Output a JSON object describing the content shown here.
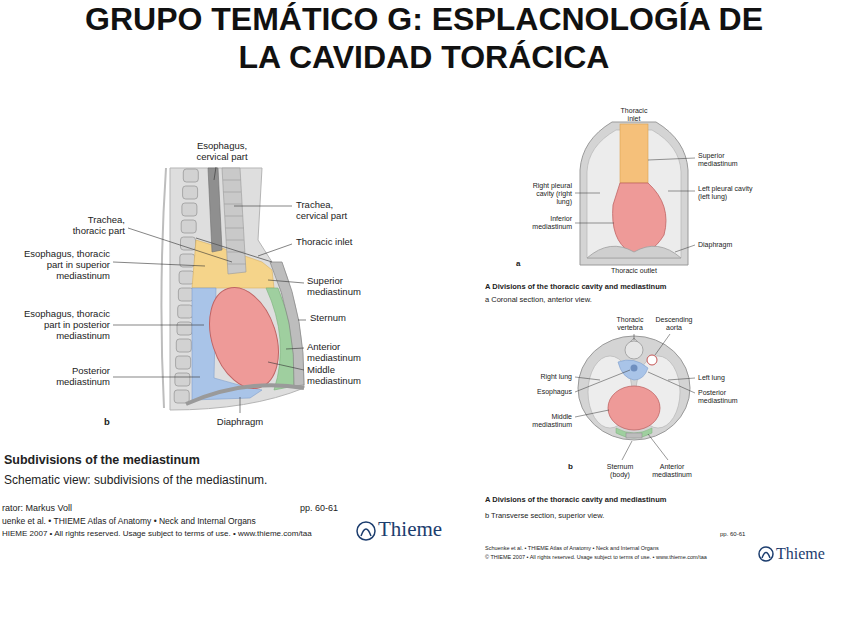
{
  "diagram": {
    "title": "GRUPO TEMÁTICO G: ESPLACNOLOGÍA DE LA CAVIDAD TORÁCICA",
    "labels": [
      "Esophagus, cervical part",
      "Trachea, cervical part",
      "Trachea, thoracic part",
      "Thoracic inlet",
      "Esophagus, thoracic part in superior mediastinum",
      "Superior mediastinum",
      "Sternum",
      "Esophagus, thoracic part in posterior mediastinum",
      "Anterior mediastinum",
      "Middle mediastinum",
      "Posterior mediastinum",
      "b",
      "Diaphragm",
      "Subdivisions of the mediastinum",
      "Schematic view: subdivisions of the mediastinum.",
      "rator: Markus Voll",
      "pp. 60-61",
      "uenke et al. • THIEME Atlas of Anatomy • Neck and Internal Organs",
      "HIEME 2007 • All rights reserved. Usage subject to terms of use. • www.thieme.com/taa",
      "Thieme",
      "Thoracic inlet",
      "Superior mediastinum",
      "Right pleural cavity (right lung)",
      "Left pleural cavity (left lung)",
      "Inferior mediastinum",
      "Diaphragm",
      "Thoracic outlet",
      "a",
      "A Divisions of the thoracic cavity and mediastinum",
      "a Coronal section, anterior view.",
      "Thoracic vertebra",
      "Descending aorta",
      "Right lung",
      "Esophagus",
      "Left lung",
      "Posterior mediastinum",
      "Middle mediastinum",
      "b",
      "Sternum (body)",
      "Anterior mediastinum",
      "A Divisions of the thoracic cavity and mediastinum",
      "b Transverse section, superior view.",
      "pp. 60-61",
      "Schuenke et al. • THIEME Atlas of Anatomy • Neck and Internal Organs",
      "© THIEME 2007 • All rights reserved. Usage subject to terms of use. • www.thieme.com/taa",
      "Thieme"
    ]
  }
}
